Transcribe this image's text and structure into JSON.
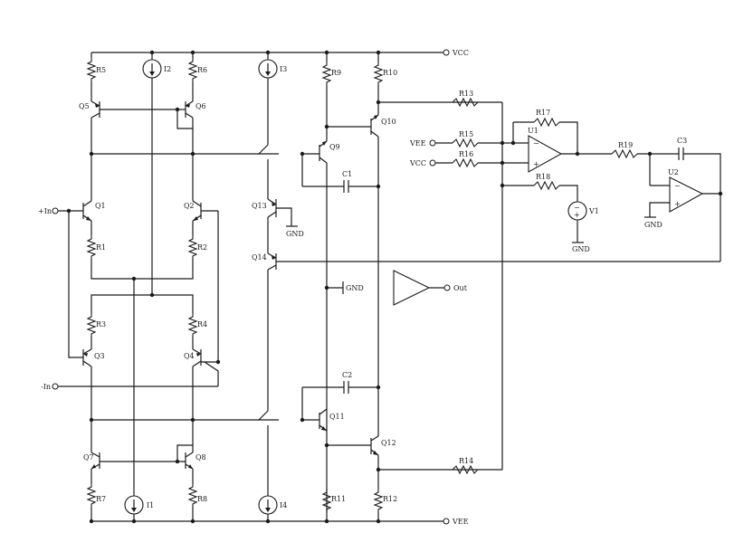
{
  "rails": {
    "vcc": "VCC",
    "vee": "VEE",
    "gnd": "GND"
  },
  "ports": {
    "in_plus": "+In",
    "in_minus": "-In",
    "out": "Out"
  },
  "transistors": [
    "Q1",
    "Q2",
    "Q3",
    "Q4",
    "Q5",
    "Q6",
    "Q7",
    "Q8",
    "Q9",
    "Q10",
    "Q11",
    "Q12",
    "Q13",
    "Q14"
  ],
  "resistors": [
    "R1",
    "R2",
    "R3",
    "R4",
    "R5",
    "R6",
    "R7",
    "R8",
    "R9",
    "R10",
    "R11",
    "R12",
    "R13",
    "R14",
    "R15",
    "R16",
    "R17",
    "R18",
    "R19"
  ],
  "capacitors": [
    "C1",
    "C2",
    "C3"
  ],
  "current_sources": [
    "I1",
    "I2",
    "I3",
    "I4"
  ],
  "opamps": [
    "U1",
    "U2"
  ],
  "voltage_sources": [
    "V1"
  ],
  "input_labels": {
    "r15_source": "VEE",
    "r16_source": "VCC"
  },
  "opamp_pins": {
    "minus": "−",
    "plus": "+"
  }
}
